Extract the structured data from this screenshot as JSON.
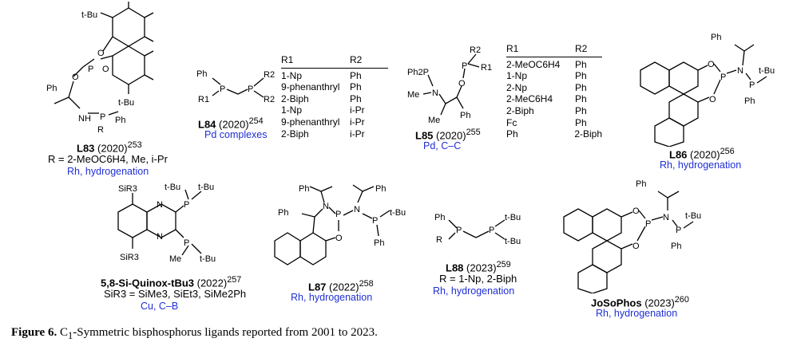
{
  "ligands": {
    "L83": {
      "name": "L83",
      "year": " (2020)",
      "ref": "253",
      "r_def": "R = 2-MeOC6H4, Me, i-Pr",
      "application": "Rh, hydrogenation",
      "atoms": {
        "tbu_top": "t-Bu",
        "tbu_bottom": "t-Bu",
        "ph1": "Ph",
        "ph2": "Ph",
        "o1": "O",
        "o2": "O",
        "o3": "O",
        "p1": "P",
        "p2": "P",
        "nh": "NH",
        "r": "R"
      }
    },
    "L84": {
      "name": "L84",
      "year": " (2020)",
      "ref": "254",
      "application": "Pd complexes",
      "atoms": {
        "ph": "Ph",
        "r1": "R1",
        "p1": "P",
        "p2": "P",
        "r2a": "R2",
        "r2b": "R2"
      },
      "table": {
        "header": [
          "R1",
          "R2"
        ],
        "rows": [
          [
            "1-Np",
            "Ph"
          ],
          [
            "9-phenanthryl",
            "Ph"
          ],
          [
            "2-Biph",
            "Ph"
          ],
          [
            "1-Np",
            "i-Pr"
          ],
          [
            "9-phenanthryl",
            "i-Pr"
          ],
          [
            "2-Biph",
            "i-Pr"
          ]
        ]
      }
    },
    "L85": {
      "name": "L85",
      "year": " (2020)",
      "ref": "255",
      "application": "Pd, C–C",
      "atoms": {
        "ph2p": "Ph2P",
        "n": "N",
        "me_n": "Me",
        "me": "Me",
        "o": "O",
        "p": "P",
        "r2": "R2",
        "r1": "R1",
        "ph": "Ph"
      },
      "table": {
        "header": [
          "R1",
          "R2"
        ],
        "rows": [
          [
            "2-MeOC6H4",
            "Ph"
          ],
          [
            "1-Np",
            "Ph"
          ],
          [
            "2-Np",
            "Ph"
          ],
          [
            "2-MeC6H4",
            "Ph"
          ],
          [
            "2-Biph",
            "Ph"
          ],
          [
            "Fc",
            "Ph"
          ],
          [
            "Ph",
            "2-Biph"
          ]
        ]
      }
    },
    "L86": {
      "name": "L86",
      "year": " (2020)",
      "ref": "256",
      "application": "Rh, hydrogenation",
      "atoms": {
        "ph_top": "Ph",
        "o1": "O",
        "o2": "O",
        "p1": "P",
        "n": "N",
        "p2": "P",
        "tbu": "t-Bu",
        "ph": "Ph"
      }
    },
    "Quinox": {
      "name": "5,8-Si-Quinox-tBu3",
      "year": " (2022)",
      "ref": "257",
      "r_def": "SiR3 = SiMe3, SiEt3, SiMe2Ph",
      "application": "Cu, C–B",
      "atoms": {
        "sir3_top": "SiR3",
        "sir3_bottom": "SiR3",
        "n1": "N",
        "n2": "N",
        "tbu1": "t-Bu",
        "tbu2": "t-Bu",
        "tbu3": "t-Bu",
        "p1": "P",
        "p2": "P",
        "me": "Me"
      }
    },
    "L87": {
      "name": "L87",
      "year": " (2022)",
      "ref": "258",
      "application": "Rh, hydrogenation",
      "atoms": {
        "ph1": "Ph",
        "ph2": "Ph",
        "ph3": "Ph",
        "ph4": "Ph",
        "n1": "N",
        "n2": "N",
        "p1": "P",
        "p2": "P",
        "o": "O",
        "tbu": "t-Bu"
      }
    },
    "L88": {
      "name": "L88",
      "year": " (2023)",
      "ref": "259",
      "r_def": "R = 1-Np, 2-Biph",
      "application": "Rh, hydrogenation",
      "atoms": {
        "ph": "Ph",
        "r": "R",
        "p1": "P",
        "p2": "P",
        "tbu1": "t-Bu",
        "tbu2": "t-Bu"
      }
    },
    "JoSoPhos": {
      "name": "JoSoPhos",
      "year": " (2023)",
      "ref": "260",
      "application": "Rh, hydrogenation",
      "atoms": {
        "ph_top": "Ph",
        "o1": "O",
        "o2": "O",
        "p1": "P",
        "n": "N",
        "p2": "P",
        "tbu": "t-Bu",
        "ph": "Ph"
      }
    }
  },
  "caption": {
    "label": "Figure 6.",
    "text_pre": " C",
    "sub": "1",
    "text_post": "-Symmetric bisphosphorus ligands reported from 2001 to 2023."
  },
  "colors": {
    "application": "#1f2fd6",
    "ink": "#000000"
  }
}
